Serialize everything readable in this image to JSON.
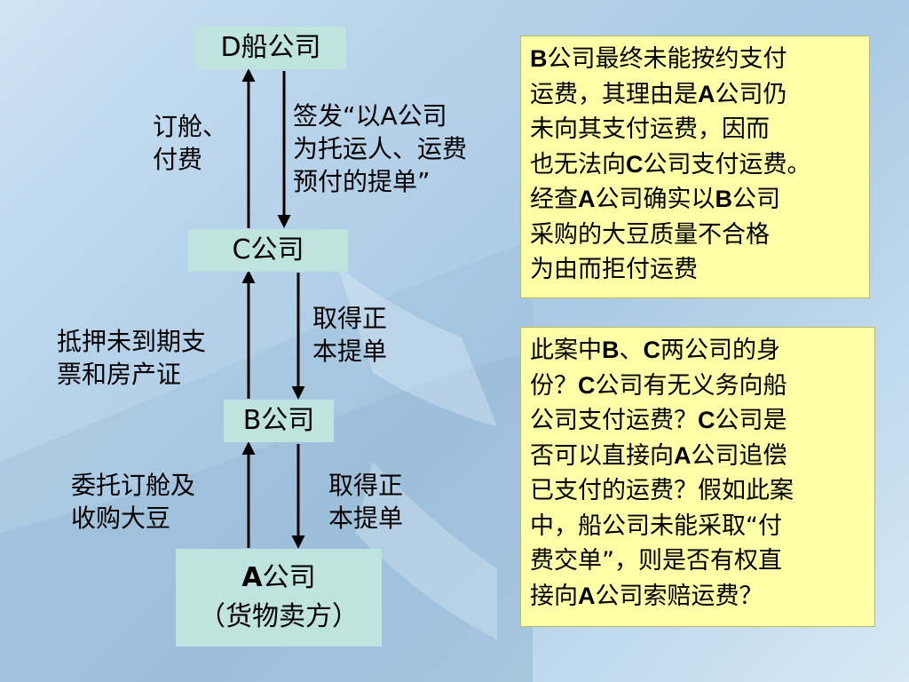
{
  "nodes": {
    "d": {
      "label": "D船公司"
    },
    "c": {
      "label": "C公司"
    },
    "b": {
      "label": "B公司"
    },
    "a": {
      "name_prefix": "A",
      "name_suffix": "公司",
      "role": "（货物卖方）"
    }
  },
  "edge_labels": {
    "c_to_d": [
      "订舱、",
      "付费"
    ],
    "d_to_c": [
      "签发“以A公司",
      "为托运人、运费",
      "预付的提单”"
    ],
    "b_to_c": [
      "抵押未到期支",
      "票和房产证"
    ],
    "c_to_b": [
      "取得正",
      "本提单"
    ],
    "a_to_b": [
      "委托订舱及",
      "收购大豆"
    ],
    "b_to_a": [
      "取得正",
      "本提单"
    ]
  },
  "note1": {
    "lines": [
      "B公司最终未能按约支付",
      "运费，其理由是A公司仍",
      "未向其支付运费，因而",
      "也无法向C公司支付运费。",
      "经查A公司确实以B公司",
      "采购的大豆质量不合格",
      "为由而拒付运费"
    ]
  },
  "note2": {
    "lines": [
      "此案中B、C两公司的身",
      "份？C公司有无义务向船",
      "公司支付运费？C公司是",
      "否可以直接向A公司追偿",
      "已支付的运费？假如此案",
      "中，船公司未能采取“付",
      "费交单”，则是否有权直",
      "接向A公司索赔运费？"
    ]
  },
  "colors": {
    "box_fill": "#bfe3df",
    "note_fill": "#ffffa8",
    "arrow": "#000000"
  }
}
